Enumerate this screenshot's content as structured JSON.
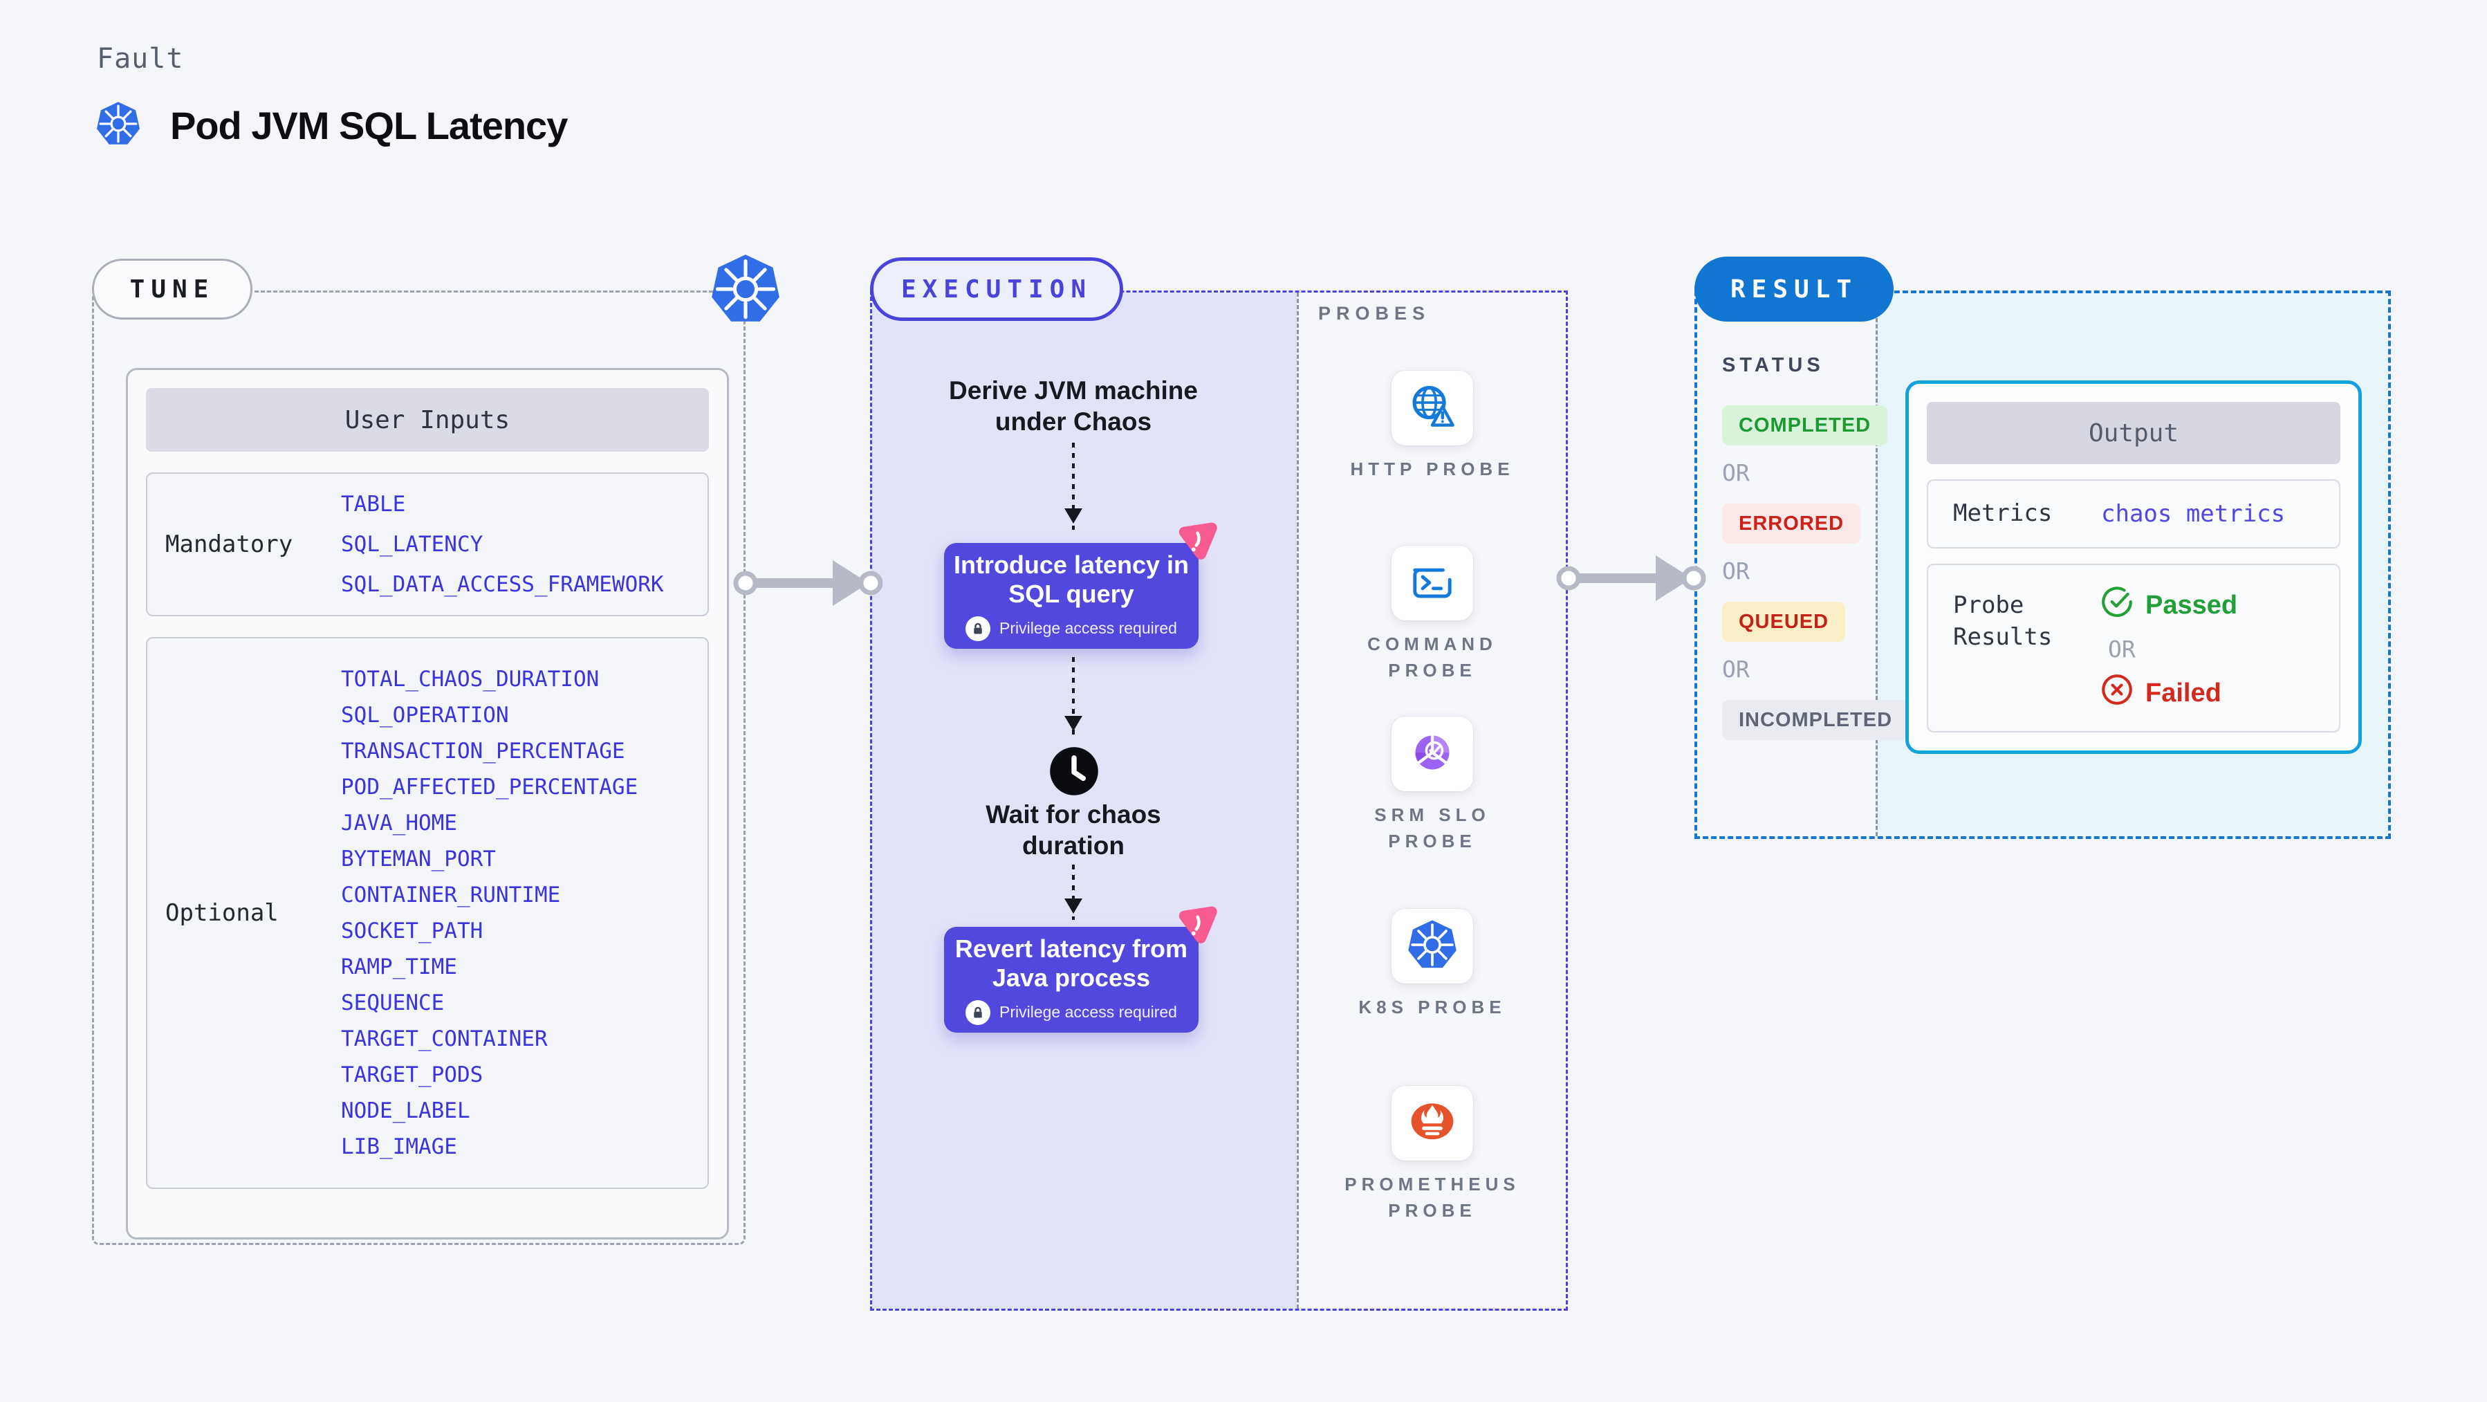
{
  "colors": {
    "page_bg": "#f5f6fa",
    "accent_purple": "#4a43d9",
    "action_purple": "#5348dd",
    "lavender": "#e3e3f8",
    "pink": "#f85a92",
    "k8s_blue": "#316de6",
    "probe_blue": "#1479d8",
    "result_blue": "#1176d1",
    "cyan_border": "#12a3dc",
    "cyan_bg": "#e7f5fb",
    "green": "#1c9a31",
    "green_bg": "#d9f2da",
    "red": "#cb2118",
    "red_bg": "#fbe9e8",
    "amber_text": "#c22018",
    "amber_bg": "#f9eec6",
    "param_blue": "#3a34dd",
    "slo_purple": "#9b63f1",
    "prom_orange": "#e6522c"
  },
  "header": {
    "kicker": "Fault",
    "title": "Pod JVM SQL Latency"
  },
  "tune": {
    "label": "TUNE",
    "table_title": "User Inputs",
    "rows": [
      {
        "label": "Mandatory",
        "params": [
          "TABLE",
          "SQL_LATENCY",
          "SQL_DATA_ACCESS_FRAMEWORK"
        ]
      },
      {
        "label": "Optional",
        "params": [
          "TOTAL_CHAOS_DURATION",
          "SQL_OPERATION",
          "TRANSACTION_PERCENTAGE",
          "POD_AFFECTED_PERCENTAGE",
          "JAVA_HOME",
          "BYTEMAN_PORT",
          "CONTAINER_RUNTIME",
          "SOCKET_PATH",
          "RAMP_TIME",
          "SEQUENCE",
          "TARGET_CONTAINER",
          "TARGET_PODS",
          "NODE_LABEL",
          "LIB_IMAGE"
        ]
      }
    ]
  },
  "execution": {
    "label": "EXECUTION",
    "step_derive": "Derive JVM machine\nunder Chaos",
    "action_introduce": "Introduce latency in\nSQL query",
    "privilege_note": "Privilege access required",
    "step_wait": "Wait for chaos\nduration",
    "action_revert": "Revert latency from\nJava process"
  },
  "probes": {
    "label": "PROBES",
    "items": [
      {
        "name": "HTTP PROBE",
        "icon": "globe-alert-icon"
      },
      {
        "name": "COMMAND\nPROBE",
        "icon": "terminal-icon"
      },
      {
        "name": "SRM SLO\nPROBE",
        "icon": "slo-donut-check-icon"
      },
      {
        "name": "K8S PROBE",
        "icon": "kubernetes-icon"
      },
      {
        "name": "PROMETHEUS\nPROBE",
        "icon": "prometheus-flame-icon"
      }
    ]
  },
  "result": {
    "label": "RESULT",
    "status_label": "STATUS",
    "or_label": "OR",
    "statuses": [
      {
        "text": "COMPLETED",
        "kind": "completed"
      },
      {
        "text": "ERRORED",
        "kind": "errored"
      },
      {
        "text": "QUEUED",
        "kind": "queued"
      },
      {
        "text": "INCOMPLETED",
        "kind": "incompleted"
      }
    ],
    "output": {
      "title": "Output",
      "metrics_label": "Metrics",
      "metrics_value": "chaos metrics",
      "probe_results_label": "Probe\nResults",
      "passed_label": "Passed",
      "failed_label": "Failed"
    }
  }
}
